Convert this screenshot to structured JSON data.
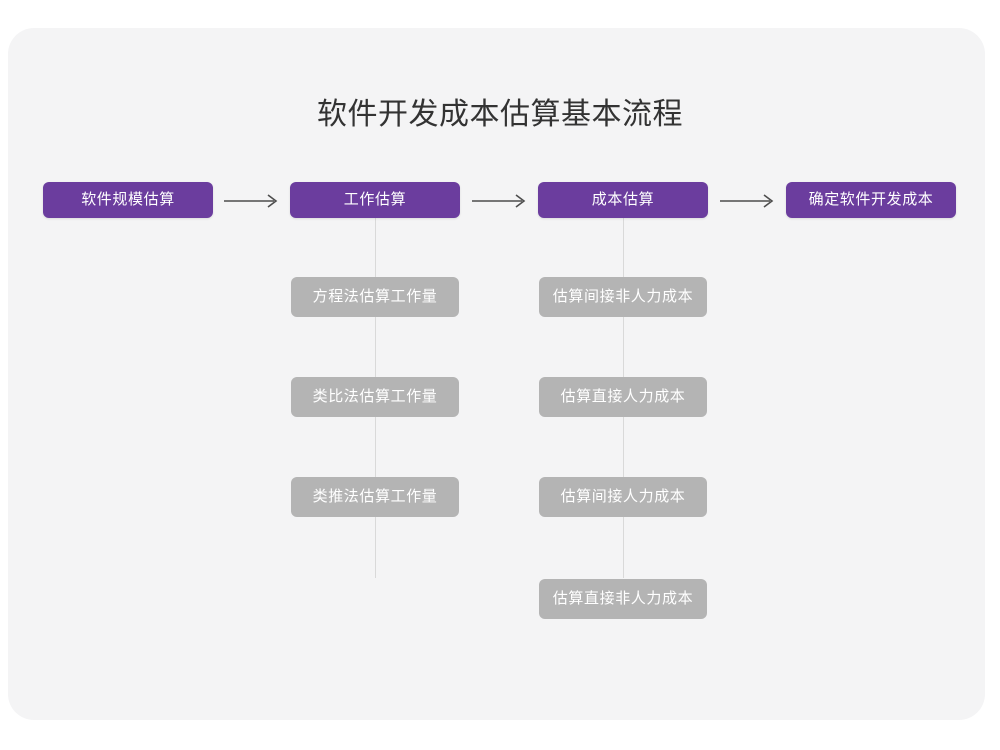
{
  "title": "软件开发成本估算基本流程",
  "theme": {
    "page_background": "#ffffff",
    "card_background": "#f4f4f5",
    "stage_color": "#6b3d9e",
    "sub_color": "#b4b4b4",
    "title_color": "#333333",
    "connector_color": "#d9d9d9",
    "arrow_color": "#4d4d4d"
  },
  "flow": {
    "stages": [
      {
        "label": "软件规模估算",
        "sub_items": []
      },
      {
        "label": "工作估算",
        "sub_items": [
          "方程法估算工作量",
          "类比法估算工作量",
          "类推法估算工作量"
        ]
      },
      {
        "label": "成本估算",
        "sub_items": [
          "估算间接非人力成本",
          "估算直接人力成本",
          "估算间接人力成本",
          "估算直接非人力成本"
        ]
      },
      {
        "label": "确定软件开发成本",
        "sub_items": []
      }
    ],
    "arrows": [
      {
        "name": "arrow-1",
        "glyph": "→"
      },
      {
        "name": "arrow-2",
        "glyph": "→"
      },
      {
        "name": "arrow-3",
        "glyph": "→"
      }
    ]
  }
}
